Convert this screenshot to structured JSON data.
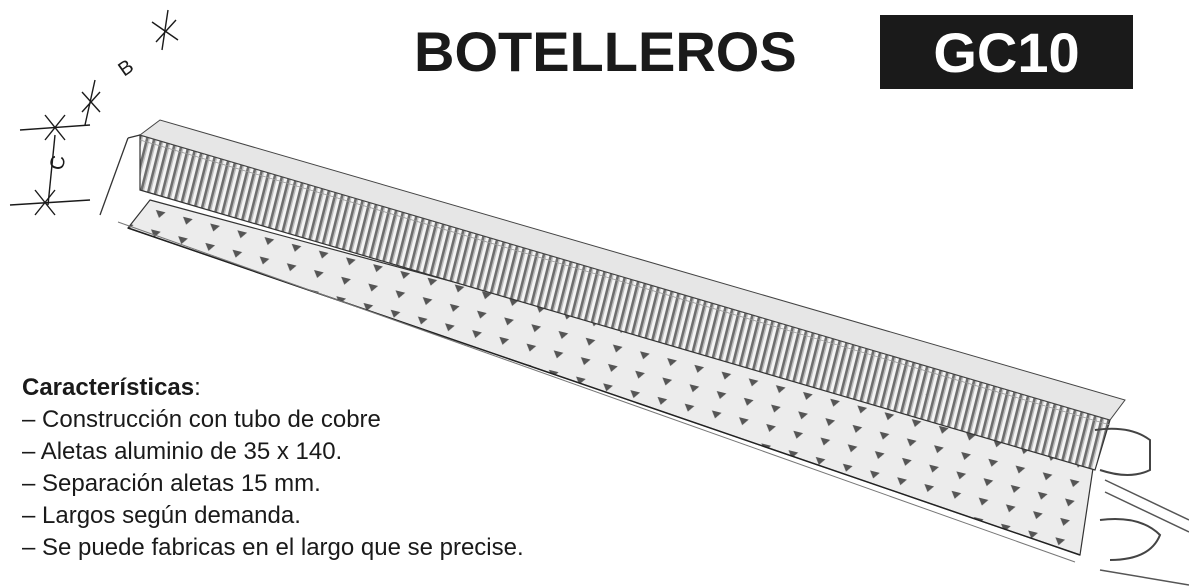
{
  "header": {
    "title": "BOTELLEROS",
    "model_code": "GC10"
  },
  "dimension_labels": {
    "b": "B",
    "c": "C"
  },
  "features": {
    "heading": "Características",
    "heading_suffix": ":",
    "items": [
      "Construcción con tubo de cobre",
      "Aletas aluminio de 35 x 140.",
      "Separación aletas 15 mm.",
      "Largos según demanda.",
      "Se puede fabricas en el largo que se precise."
    ]
  },
  "colors": {
    "ink": "#1a1a1a",
    "badge_background": "#1a1a1a",
    "badge_text": "#ffffff",
    "metal": "#d8d8d8"
  }
}
